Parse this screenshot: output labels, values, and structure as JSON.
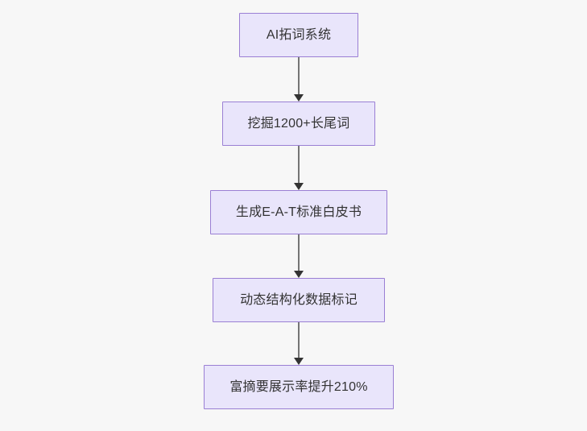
{
  "diagram": {
    "type": "flowchart",
    "orientation": "top-to-bottom",
    "background_color": "#f7f7f7",
    "node_fill_color": "#e9e5fb",
    "node_border_color": "#9a7fd4",
    "node_text_color": "#333333",
    "edge_color": "#757575",
    "arrowhead_color": "#333333",
    "nodes": [
      {
        "id": "node-0",
        "label": "AI拓词系统"
      },
      {
        "id": "node-1",
        "label": "挖掘1200+长尾词"
      },
      {
        "id": "node-2",
        "label": "生成E-A-T标准白皮书"
      },
      {
        "id": "node-3",
        "label": "动态结构化数据标记"
      },
      {
        "id": "node-4",
        "label": "富摘要展示率提升210%"
      }
    ],
    "edges": [
      {
        "id": "edge-0",
        "from": "node-0",
        "to": "node-1"
      },
      {
        "id": "edge-1",
        "from": "node-1",
        "to": "node-2"
      },
      {
        "id": "edge-2",
        "from": "node-2",
        "to": "node-3"
      },
      {
        "id": "edge-3",
        "from": "node-3",
        "to": "node-4"
      }
    ]
  }
}
